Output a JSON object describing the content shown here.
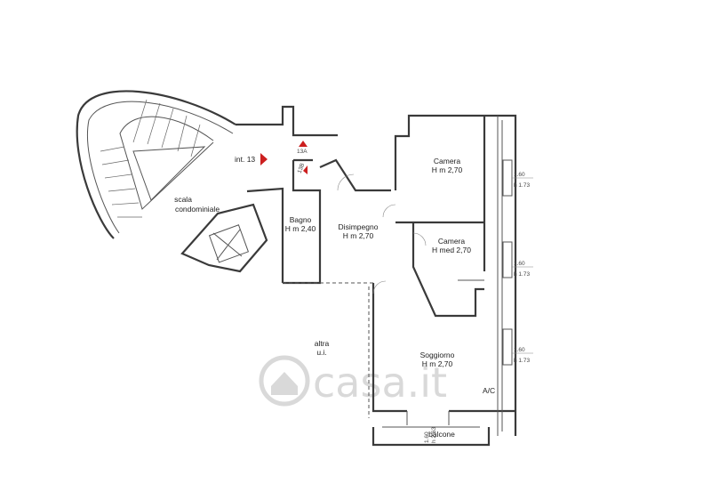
{
  "rooms": {
    "camera1": {
      "name": "Camera",
      "height": "H m 2,70"
    },
    "camera2": {
      "name": "Camera",
      "height": "H med 2,70"
    },
    "bagno": {
      "name": "Bagno",
      "height": "H m 2,40"
    },
    "disimpegno": {
      "name": "Disimpegno",
      "height": "H m 2,70"
    },
    "soggiorno": {
      "name": "Soggiorno",
      "height": "H m 2,70"
    },
    "altra_ui": {
      "line1": "altra",
      "line2": "u.i."
    },
    "scala": {
      "line1": "scala",
      "line2": "condominiale"
    },
    "balcone": "balcone"
  },
  "labels": {
    "int13": "int. 13",
    "tag13a": "13A",
    "tag13b": "13B",
    "ac": "A/C"
  },
  "windows": [
    {
      "w": "1.60",
      "h": "h 1.73"
    },
    {
      "w": "1.60",
      "h": "h 1.73"
    },
    {
      "w": "1.60",
      "h": "h 1.73"
    }
  ],
  "balcony_window": {
    "w": "1.60",
    "h": "h 2.63"
  },
  "watermark": "casa.it",
  "colors": {
    "wall": "#3a3a3a",
    "accent": "#cc1f1f",
    "watermark": "#d9d9d9"
  }
}
